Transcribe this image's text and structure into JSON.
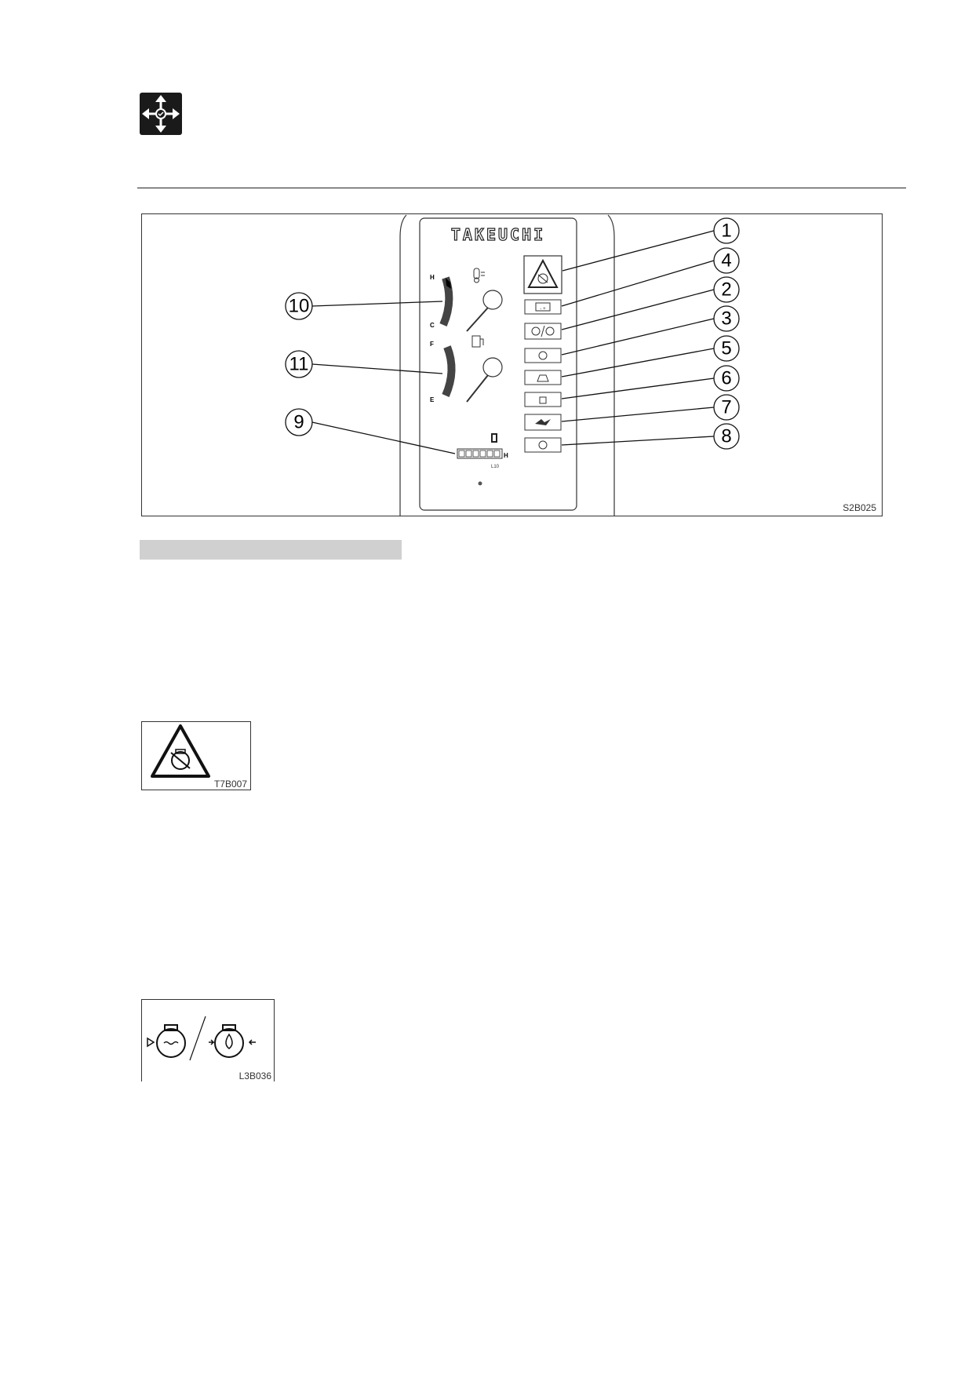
{
  "figures": {
    "main": {
      "code": "S2B025",
      "brand": "TAKEUCHI",
      "gauge_temp": {
        "top_letter": "H",
        "bottom_letter": "C"
      },
      "gauge_fuel": {
        "top_letter": "F",
        "bottom_letter": "E"
      },
      "hour_meter": {
        "unit": "H",
        "small_code": "L10"
      },
      "callouts": [
        "1",
        "4",
        "2",
        "3",
        "5",
        "6",
        "7",
        "8",
        "10",
        "11",
        "9"
      ]
    },
    "warning_symbol": {
      "code": "T7B007"
    },
    "engine_symbol": {
      "code": "L3B036"
    }
  },
  "icons": {
    "section": "move-arrows-icon",
    "warning": "warning-triangle-engine-icon",
    "engine": "coolant-oil-engine-icon"
  }
}
